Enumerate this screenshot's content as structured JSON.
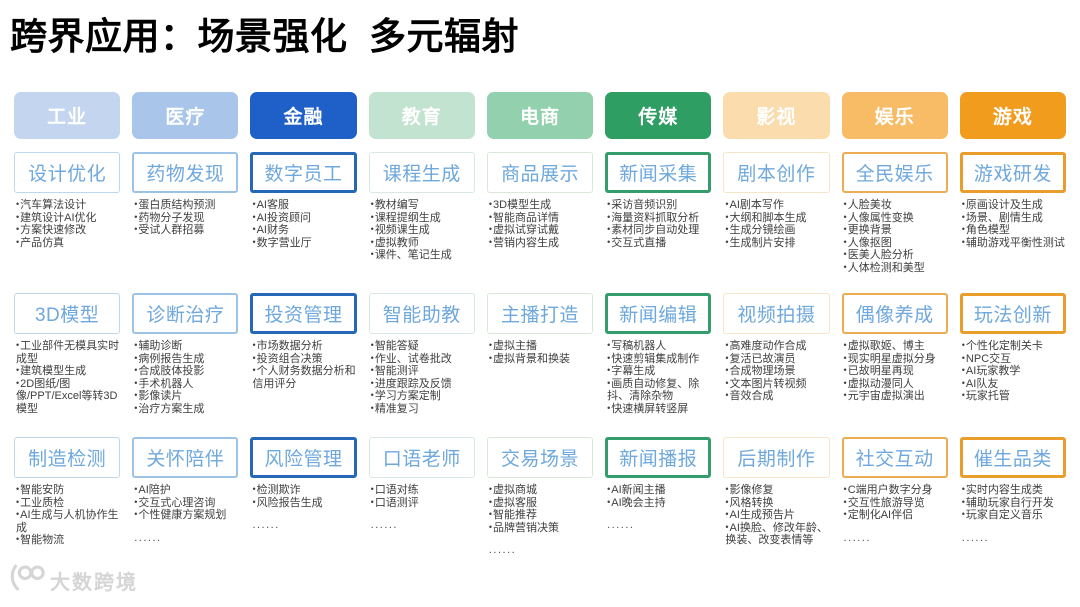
{
  "page_title": "跨界应用：场景强化  多元辐射",
  "colors": {
    "box_title_text": "#6FA8DC",
    "bullet_text": "#3F3F3F",
    "watermark": "#D5D5D5"
  },
  "watermark": {
    "text": "大数跨境",
    "icon": "dashukuajing-logo"
  },
  "columns": [
    {
      "header": "工业",
      "header_bg": "#C3D5EF",
      "box_border_color": "#BDD7EE",
      "box_border_width": "1px",
      "cells": [
        {
          "title": "设计优化",
          "items": [
            "汽车算法设计",
            "建筑设计AI优化",
            "方案快速修改",
            "产品仿真"
          ]
        },
        {
          "title": "3D模型",
          "items": [
            "工业部件无模具实时成型",
            "建筑模型生成",
            "2D图纸/图像/PPT/Excel等转3D模型"
          ]
        },
        {
          "title": "制造检测",
          "items": [
            "智能安防",
            "工业质检",
            "AI生成与人机协作生成",
            "智能物流",
            "......"
          ]
        }
      ]
    },
    {
      "header": "医疗",
      "header_bg": "#A9C5E9",
      "box_border_color": "#9CC3E6",
      "box_border_width": "2px",
      "cells": [
        {
          "title": "药物发现",
          "items": [
            "蛋白质结构预测",
            "药物分子发现",
            "受试人群招募"
          ]
        },
        {
          "title": "诊断治疗",
          "items": [
            "辅助诊断",
            "病例报告生成",
            "合成肢体投影",
            "手术机器人",
            "影像读片",
            "治疗方案生成"
          ]
        },
        {
          "title": "关怀陪伴",
          "items": [
            "AI陪护",
            "交互式心理咨询",
            "个性健康方案规划",
            "......"
          ]
        }
      ]
    },
    {
      "header": "金融",
      "header_bg": "#1E60C8",
      "box_border_color": "#2667B8",
      "box_border_width": "3px",
      "cells": [
        {
          "title": "数字员工",
          "items": [
            "AI客服",
            "AI投资顾问",
            "AI财务",
            "数字营业厅"
          ]
        },
        {
          "title": "投资管理",
          "items": [
            "市场数据分析",
            "投资组合决策",
            "个人财务数据分析和信用评分"
          ]
        },
        {
          "title": "风险管理",
          "items": [
            "检测欺诈",
            "风险报告生成",
            "......"
          ]
        }
      ]
    },
    {
      "header": "教育",
      "header_bg": "#C2E3CF",
      "box_border_color": "#D8E9E4",
      "box_border_width": "1px",
      "cells": [
        {
          "title": "课程生成",
          "items": [
            "教材编写",
            "课程提纲生成",
            "视频课生成",
            "虚拟教师",
            "课件、笔记生成"
          ]
        },
        {
          "title": "智能助教",
          "items": [
            "智能答疑",
            "作业、试卷批改",
            "智能测评",
            "进度跟踪及反馈",
            "学习方案定制",
            "精准复习"
          ]
        },
        {
          "title": "口语老师",
          "items": [
            "口语对练",
            "口语测评",
            "......"
          ]
        }
      ]
    },
    {
      "header": "电商",
      "header_bg": "#93D0AD",
      "box_border_color": "#D8EAD7",
      "box_border_width": "1px",
      "cells": [
        {
          "title": "商品展示",
          "items": [
            "3D模型生成",
            "智能商品详情",
            "虚拟试穿试戴",
            "营销内容生成"
          ]
        },
        {
          "title": "主播打造",
          "items": [
            "虚拟主播",
            "虚拟背景和换装"
          ]
        },
        {
          "title": "交易场景",
          "items": [
            "虚拟商城",
            "虚拟客服",
            "智能推荐",
            "品牌营销决策",
            "......"
          ]
        }
      ]
    },
    {
      "header": "传媒",
      "header_bg": "#2F9E63",
      "box_border_color": "#359D6C",
      "box_border_width": "3px",
      "cells": [
        {
          "title": "新闻采集",
          "items": [
            "采访音频识别",
            "海量资料抓取分析",
            "素材同步自动处理",
            "交互式直播"
          ]
        },
        {
          "title": "新闻编辑",
          "items": [
            "写稿机器人",
            "快速剪辑集成制作",
            "字幕生成",
            "画质自动修复、除抖、清除杂物",
            "快速横屏转竖屏"
          ]
        },
        {
          "title": "新闻播报",
          "items": [
            "AI新闻主播",
            "AI晚会主持",
            "......"
          ]
        }
      ]
    },
    {
      "header": "影视",
      "header_bg": "#FBDCAC",
      "box_border_color": "#F7E5C7",
      "box_border_width": "1px",
      "cells": [
        {
          "title": "剧本创作",
          "items": [
            "AI剧本写作",
            "大纲和脚本生成",
            "生成分镜绘画",
            "生成制片安排"
          ]
        },
        {
          "title": "视频拍摄",
          "items": [
            "高难度动作合成",
            "复活已故演员",
            "合成物理场景",
            "文本图片转视频",
            "音效合成"
          ]
        },
        {
          "title": "后期制作",
          "items": [
            "影像修复",
            "风格转换",
            "AI生成预告片",
            "AI换脸、修改年龄、换装、改变表情等",
            "......"
          ]
        }
      ]
    },
    {
      "header": "娱乐",
      "header_bg": "#F8BB66",
      "box_border_color": "#EBAC52",
      "box_border_width": "2px",
      "cells": [
        {
          "title": "全民娱乐",
          "items": [
            "人脸美妆",
            "人像属性变换",
            "更换背景",
            "人像抠图",
            "医美人脸分析",
            "人体检测和美型"
          ]
        },
        {
          "title": "偶像养成",
          "items": [
            "虚拟歌姬、博主",
            "现实明星虚拟分身",
            "已故明星再现",
            "虚拟动漫同人",
            "元宇宙虚拟演出"
          ]
        },
        {
          "title": "社交互动",
          "items": [
            "C端用户数字分身",
            "交互性旅游导览",
            "定制化AI伴侣",
            "......"
          ]
        }
      ]
    },
    {
      "header": "游戏",
      "header_bg": "#F29C1E",
      "box_border_color": "#E99E2C",
      "box_border_width": "3px",
      "cells": [
        {
          "title": "游戏研发",
          "items": [
            "原画设计及生成",
            "场景、剧情生成",
            "角色模型",
            "辅助游戏平衡性测试"
          ]
        },
        {
          "title": "玩法创新",
          "items": [
            "个性化定制关卡",
            "NPC交互",
            "AI玩家教学",
            "AI队友",
            "玩家托管"
          ]
        },
        {
          "title": "催生品类",
          "items": [
            "实时内容生成类",
            "辅助玩家自行开发",
            "玩家自定义音乐",
            "......"
          ]
        }
      ]
    }
  ]
}
